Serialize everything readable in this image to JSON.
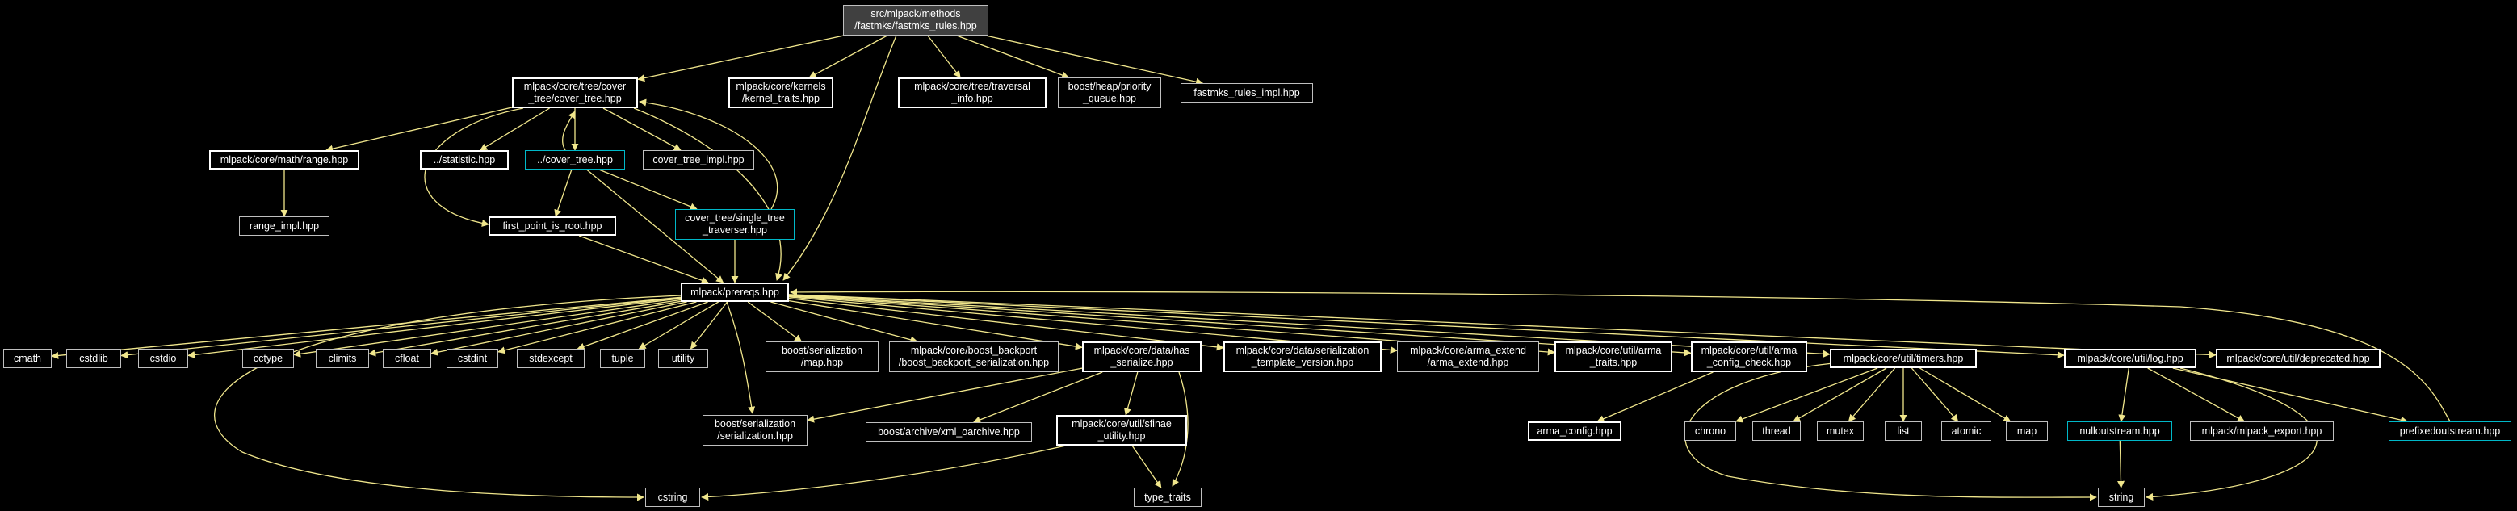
{
  "colors": {
    "background": "#000000",
    "edge": "#f0e68c",
    "root_fill": "#404040",
    "linked_border": "#00b8c8",
    "text": "#ffffff"
  },
  "nodes": [
    {
      "id": "fastmks_rules",
      "label": "src/mlpack/methods\n/fastmks/fastmks_rules.hpp",
      "style": "root"
    },
    {
      "id": "cover_tree_main",
      "label": "mlpack/core/tree/cover\n_tree/cover_tree.hpp",
      "style": "documented"
    },
    {
      "id": "kernel_traits",
      "label": "mlpack/core/kernels\n/kernel_traits.hpp",
      "style": "documented"
    },
    {
      "id": "traversal_info",
      "label": "mlpack/core/tree/traversal\n_info.hpp",
      "style": "documented"
    },
    {
      "id": "priority_queue",
      "label": "boost/heap/priority\n_queue.hpp",
      "style": "plain"
    },
    {
      "id": "fastmks_rules_impl",
      "label": "fastmks_rules_impl.hpp",
      "style": "plain"
    },
    {
      "id": "range",
      "label": "mlpack/core/math/range.hpp",
      "style": "documented"
    },
    {
      "id": "statistic",
      "label": "../statistic.hpp",
      "style": "documented"
    },
    {
      "id": "cover_tree_rel",
      "label": "../cover_tree.hpp",
      "style": "linked"
    },
    {
      "id": "cover_tree_impl",
      "label": "cover_tree_impl.hpp",
      "style": "plain"
    },
    {
      "id": "range_impl",
      "label": "range_impl.hpp",
      "style": "plain"
    },
    {
      "id": "single_tree_traverser",
      "label": "cover_tree/single_tree\n_traverser.hpp",
      "style": "linked"
    },
    {
      "id": "first_point_is_root",
      "label": "first_point_is_root.hpp",
      "style": "documented"
    },
    {
      "id": "prereqs",
      "label": "mlpack/prereqs.hpp",
      "style": "documented"
    },
    {
      "id": "cmath",
      "label": "cmath",
      "style": "plain"
    },
    {
      "id": "cstdlib",
      "label": "cstdlib",
      "style": "plain"
    },
    {
      "id": "cstdio",
      "label": "cstdio",
      "style": "plain"
    },
    {
      "id": "cctype",
      "label": "cctype",
      "style": "plain"
    },
    {
      "id": "climits",
      "label": "climits",
      "style": "plain"
    },
    {
      "id": "cfloat",
      "label": "cfloat",
      "style": "plain"
    },
    {
      "id": "cstdint",
      "label": "cstdint",
      "style": "plain"
    },
    {
      "id": "stdexcept",
      "label": "stdexcept",
      "style": "plain"
    },
    {
      "id": "tuple",
      "label": "tuple",
      "style": "plain"
    },
    {
      "id": "utility",
      "label": "utility",
      "style": "plain"
    },
    {
      "id": "boost_ser_map",
      "label": "boost/serialization\n/map.hpp",
      "style": "plain"
    },
    {
      "id": "boost_backport",
      "label": "mlpack/core/boost_backport\n/boost_backport_serialization.hpp",
      "style": "plain"
    },
    {
      "id": "has_serialize",
      "label": "mlpack/core/data/has\n_serialize.hpp",
      "style": "documented"
    },
    {
      "id": "ser_template_version",
      "label": "mlpack/core/data/serialization\n_template_version.hpp",
      "style": "documented"
    },
    {
      "id": "arma_extend",
      "label": "mlpack/core/arma_extend\n/arma_extend.hpp",
      "style": "plain"
    },
    {
      "id": "arma_traits",
      "label": "mlpack/core/util/arma\n_traits.hpp",
      "style": "documented"
    },
    {
      "id": "arma_config_check",
      "label": "mlpack/core/util/arma\n_config_check.hpp",
      "style": "documented"
    },
    {
      "id": "timers",
      "label": "mlpack/core/util/timers.hpp",
      "style": "documented"
    },
    {
      "id": "log",
      "label": "mlpack/core/util/log.hpp",
      "style": "documented"
    },
    {
      "id": "deprecated",
      "label": "mlpack/core/util/deprecated.hpp",
      "style": "documented"
    },
    {
      "id": "boost_serialization",
      "label": "boost/serialization\n/serialization.hpp",
      "style": "plain"
    },
    {
      "id": "xml_oarchive",
      "label": "boost/archive/xml_oarchive.hpp",
      "style": "plain"
    },
    {
      "id": "sfinae_utility",
      "label": "mlpack/core/util/sfinae\n_utility.hpp",
      "style": "documented"
    },
    {
      "id": "cstring",
      "label": "cstring",
      "style": "plain"
    },
    {
      "id": "type_traits",
      "label": "type_traits",
      "style": "plain"
    },
    {
      "id": "arma_config",
      "label": "arma_config.hpp",
      "style": "documented"
    },
    {
      "id": "chrono",
      "label": "chrono",
      "style": "plain"
    },
    {
      "id": "thread",
      "label": "thread",
      "style": "plain"
    },
    {
      "id": "mutex",
      "label": "mutex",
      "style": "plain"
    },
    {
      "id": "list",
      "label": "list",
      "style": "plain"
    },
    {
      "id": "atomic",
      "label": "atomic",
      "style": "plain"
    },
    {
      "id": "map",
      "label": "map",
      "style": "plain"
    },
    {
      "id": "nulloutstream",
      "label": "nulloutstream.hpp",
      "style": "linked"
    },
    {
      "id": "mlpack_export",
      "label": "mlpack/mlpack_export.hpp",
      "style": "plain"
    },
    {
      "id": "prefixedoutstream",
      "label": "prefixedoutstream.hpp",
      "style": "linked"
    },
    {
      "id": "string",
      "label": "string",
      "style": "plain"
    }
  ],
  "edges": [
    [
      "fastmks_rules",
      "cover_tree_main"
    ],
    [
      "fastmks_rules",
      "kernel_traits"
    ],
    [
      "fastmks_rules",
      "traversal_info"
    ],
    [
      "fastmks_rules",
      "priority_queue"
    ],
    [
      "fastmks_rules",
      "fastmks_rules_impl"
    ],
    [
      "fastmks_rules",
      "prereqs"
    ],
    [
      "cover_tree_main",
      "range"
    ],
    [
      "cover_tree_main",
      "statistic"
    ],
    [
      "cover_tree_main",
      "cover_tree_rel"
    ],
    [
      "cover_tree_main",
      "cover_tree_impl"
    ],
    [
      "cover_tree_main",
      "first_point_is_root"
    ],
    [
      "cover_tree_main",
      "prereqs"
    ],
    [
      "range",
      "range_impl"
    ],
    [
      "cover_tree_rel",
      "cover_tree_main"
    ],
    [
      "cover_tree_rel",
      "first_point_is_root"
    ],
    [
      "cover_tree_rel",
      "single_tree_traverser"
    ],
    [
      "cover_tree_rel",
      "prereqs"
    ],
    [
      "single_tree_traverser",
      "cover_tree_main"
    ],
    [
      "single_tree_traverser",
      "prereqs"
    ],
    [
      "first_point_is_root",
      "prereqs"
    ],
    [
      "prereqs",
      "cmath"
    ],
    [
      "prereqs",
      "cstdlib"
    ],
    [
      "prereqs",
      "cstdio"
    ],
    [
      "prereqs",
      "cctype"
    ],
    [
      "prereqs",
      "climits"
    ],
    [
      "prereqs",
      "cfloat"
    ],
    [
      "prereqs",
      "cstdint"
    ],
    [
      "prereqs",
      "stdexcept"
    ],
    [
      "prereqs",
      "tuple"
    ],
    [
      "prereqs",
      "utility"
    ],
    [
      "prereqs",
      "boost_ser_map"
    ],
    [
      "prereqs",
      "boost_backport"
    ],
    [
      "prereqs",
      "has_serialize"
    ],
    [
      "prereqs",
      "ser_template_version"
    ],
    [
      "prereqs",
      "arma_extend"
    ],
    [
      "prereqs",
      "arma_traits"
    ],
    [
      "prereqs",
      "arma_config_check"
    ],
    [
      "prereqs",
      "timers"
    ],
    [
      "prereqs",
      "log"
    ],
    [
      "prereqs",
      "deprecated"
    ],
    [
      "prereqs",
      "boost_serialization"
    ],
    [
      "prereqs",
      "cstring"
    ],
    [
      "has_serialize",
      "boost_serialization"
    ],
    [
      "has_serialize",
      "xml_oarchive"
    ],
    [
      "has_serialize",
      "sfinae_utility"
    ],
    [
      "has_serialize",
      "type_traits"
    ],
    [
      "sfinae_utility",
      "type_traits"
    ],
    [
      "sfinae_utility",
      "cstring"
    ],
    [
      "arma_config_check",
      "arma_config"
    ],
    [
      "timers",
      "chrono"
    ],
    [
      "timers",
      "thread"
    ],
    [
      "timers",
      "mutex"
    ],
    [
      "timers",
      "list"
    ],
    [
      "timers",
      "atomic"
    ],
    [
      "timers",
      "map"
    ],
    [
      "timers",
      "string"
    ],
    [
      "log",
      "nulloutstream"
    ],
    [
      "log",
      "mlpack_export"
    ],
    [
      "log",
      "prefixedoutstream"
    ],
    [
      "log",
      "string"
    ],
    [
      "nulloutstream",
      "string"
    ],
    [
      "prefixedoutstream",
      "prereqs"
    ]
  ]
}
